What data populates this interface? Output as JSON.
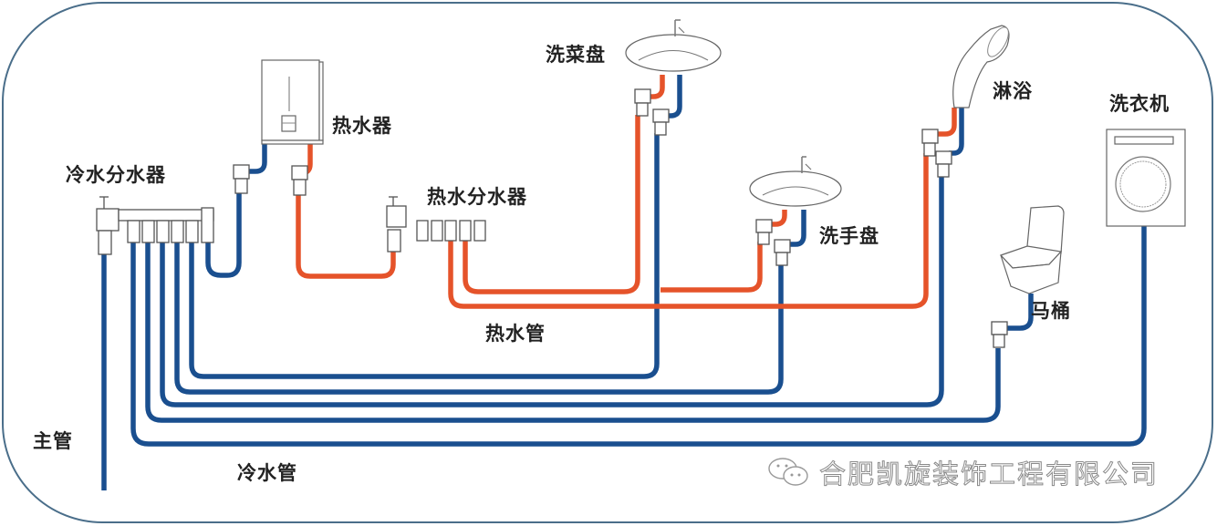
{
  "title": "家装水路布置示意图",
  "colors": {
    "cold_pipe": "#1a4f8f",
    "hot_pipe": "#e5532a",
    "frame": "#4a6e8a"
  },
  "labels": {
    "cold_manifold": "冷水分水器",
    "water_heater": "热水器",
    "hot_manifold": "热水分水器",
    "kitchen_sink": "洗菜盘",
    "wash_basin": "洗手盘",
    "shower": "淋浴",
    "washing_machine": "洗衣机",
    "toilet": "马桶",
    "hot_pipe": "热水管",
    "cold_pipe": "冷水管",
    "main_pipe": "主管"
  },
  "legend": [
    {
      "name": "hot_pipe",
      "label": "热水管",
      "color": "#e5532a"
    },
    {
      "name": "cold_pipe",
      "label": "冷水管",
      "color": "#1a4f8f"
    }
  ],
  "watermark": {
    "icon": "wechat-icon",
    "text": "合肥凯旋装饰工程有限公司"
  }
}
